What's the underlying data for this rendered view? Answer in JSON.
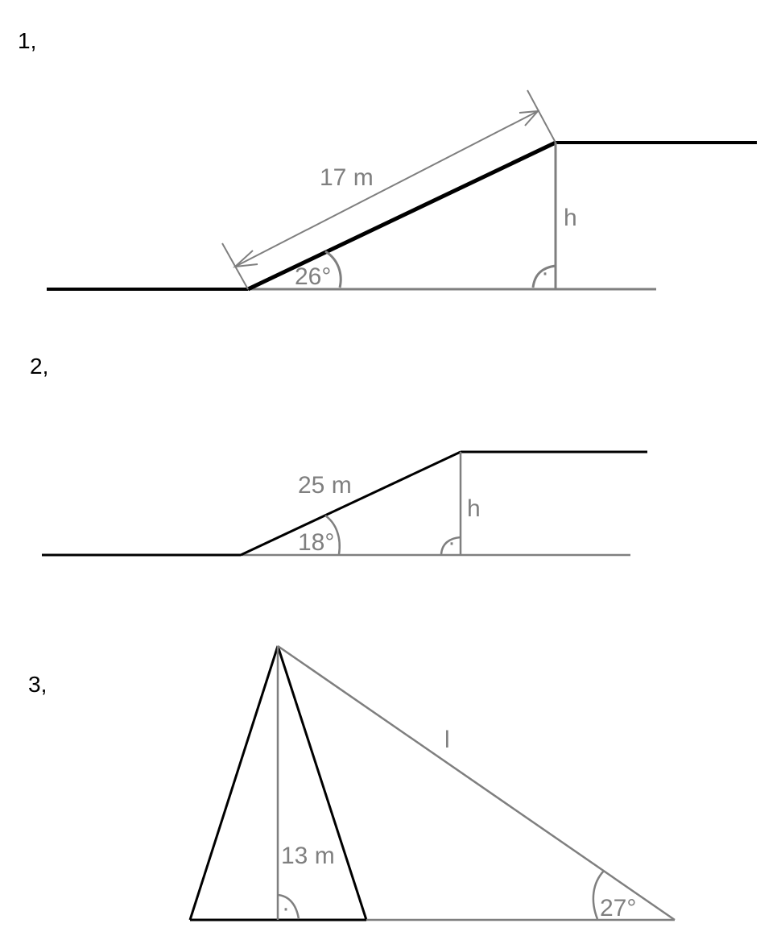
{
  "problems": [
    {
      "number": "1,",
      "length_label": "17 m",
      "angle_label": "26°",
      "height_label": "h",
      "right_angle_mark": "·"
    },
    {
      "number": "2,",
      "length_label": "25 m",
      "angle_label": "18°",
      "height_label": "h",
      "right_angle_mark": "·"
    },
    {
      "number": "3,",
      "hyp_label": "l",
      "height_label": "13 m",
      "angle_label": "27°",
      "right_angle_mark": "·"
    }
  ],
  "colors": {
    "outline": "#000000",
    "construction": "#7f7f7f"
  }
}
